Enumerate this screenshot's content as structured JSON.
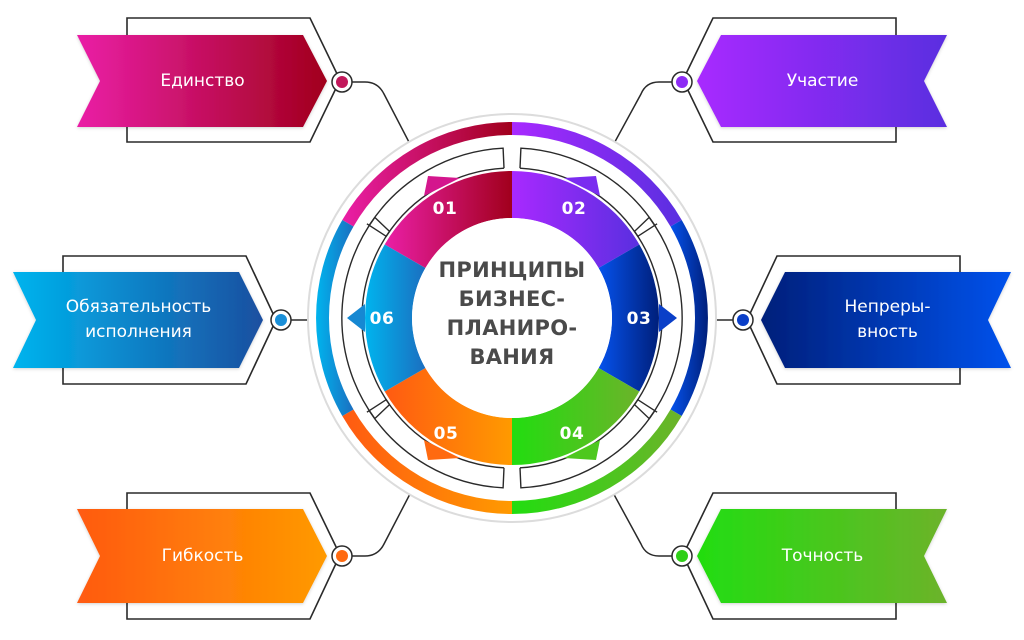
{
  "title": {
    "lines": [
      "ПРИНЦИПЫ",
      "БИЗНЕС-",
      "ПЛАНИРО-",
      "ВАНИЯ"
    ],
    "color": "#4a4a4a"
  },
  "principles": [
    {
      "number": "01",
      "label": "Единство",
      "label_lines": [
        "Единство"
      ],
      "color_start": "#ea1fa6",
      "color_end": "#a1001c",
      "dot_color": "#c2185b"
    },
    {
      "number": "02",
      "label": "Участие",
      "label_lines": [
        "Участие"
      ],
      "color_start": "#a829ff",
      "color_end": "#5a2fe0",
      "dot_color": "#8e2cf5"
    },
    {
      "number": "03",
      "label": "Непреры-вность",
      "label_lines": [
        "Непреры-",
        "вность"
      ],
      "color_start": "#001f7a",
      "color_end": "#0552ec",
      "dot_color": "#0a3fc8"
    },
    {
      "number": "04",
      "label": "Точность",
      "label_lines": [
        "Точность"
      ],
      "color_start": "#22dd10",
      "color_end": "#6cb32a",
      "dot_color": "#2fcf18"
    },
    {
      "number": "05",
      "label": "Гибкость",
      "label_lines": [
        "Гибкость"
      ],
      "color_start": "#ff5a12",
      "color_end": "#ff9a00",
      "dot_color": "#ff6a10"
    },
    {
      "number": "06",
      "label": "Обязательность исполнения",
      "label_lines": [
        "Обязательность",
        "исполнения"
      ],
      "color_start": "#00b4ee",
      "color_end": "#1b4fa0",
      "dot_color": "#1a8fd8"
    }
  ]
}
